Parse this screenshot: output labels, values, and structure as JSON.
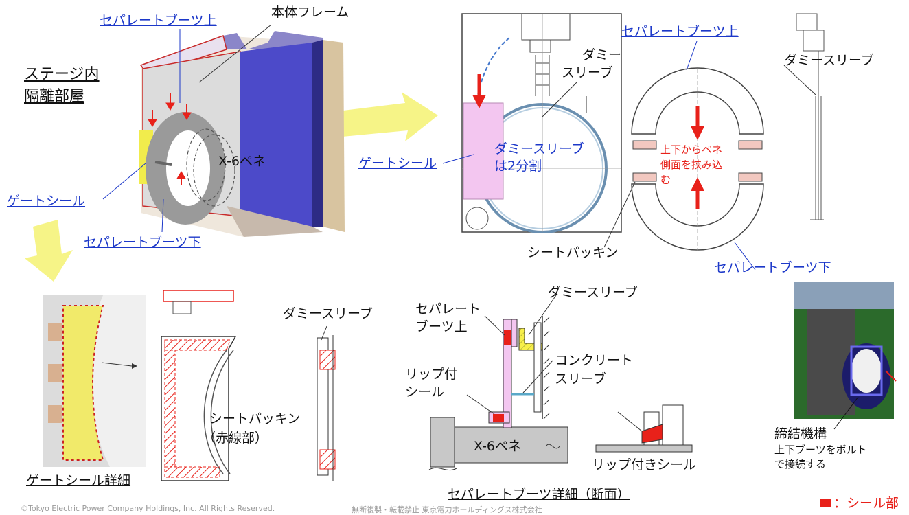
{
  "stage_room": {
    "line1": "ステージ内",
    "line2": "隔離部屋"
  },
  "labels": {
    "sep_boot_upper_1": "セパレートブーツ上",
    "body_frame": "本体フレーム",
    "x6_pene_1": "X-6ペネ",
    "gate_seal_1": "ゲートシール",
    "sep_boot_lower_1": "セパレートブーツ下",
    "dummy_sleeve_2lines": {
      "line1": "ダミー",
      "line2": "スリーブ"
    },
    "sep_boot_upper_2": "セパレートブーツ上",
    "dummy_sleeve_1": "ダミースリーブ",
    "gate_seal_2": "ゲートシール",
    "dummy_split": {
      "line1": "ダミースリーブ",
      "line2": "は2分割"
    },
    "clamp_note": {
      "line1": "上下からペネ",
      "line2": "側面を挟み込",
      "line3": "む"
    },
    "sheet_packing_1": "シートパッキン",
    "sep_boot_lower_2": "セパレートブーツ下",
    "dummy_sleeve_3": "ダミースリーブ",
    "sheet_packing_2": {
      "line1": "シートパッキン",
      "line2": "（赤線部）"
    },
    "gate_seal_detail": "ゲートシール詳細",
    "sep_boot_upper_3": {
      "line1": "セパレート",
      "line2": "ブーツ上"
    },
    "dummy_sleeve_4": "ダミースリーブ",
    "concrete_sleeve": {
      "line1": "コンクリート",
      "line2": "スリーブ"
    },
    "lip_seal": {
      "line1": "リップ付",
      "line2": "シール"
    },
    "x6_pene_2": "X-6ペネ",
    "lip_seal_2": "リップ付きシール",
    "sep_boot_detail": "セパレートブーツ詳細（断面）",
    "fastening": "締結機構",
    "fastening_note": {
      "line1": "上下ブーツをボルト",
      "line2": "で接続する"
    },
    "seal_legend": "：シール部"
  },
  "footer": {
    "copyright": "©Tokyo Electric Power Company Holdings, Inc. All Rights Reserved.",
    "note": "無断複製・転載禁止 東京電力ホールディングス株式会社"
  },
  "colors": {
    "link_blue": "#1c38c9",
    "seal_red": "#e8211a",
    "arrow_yellow": "#f5f37a",
    "pink": "#f3c6f0"
  }
}
